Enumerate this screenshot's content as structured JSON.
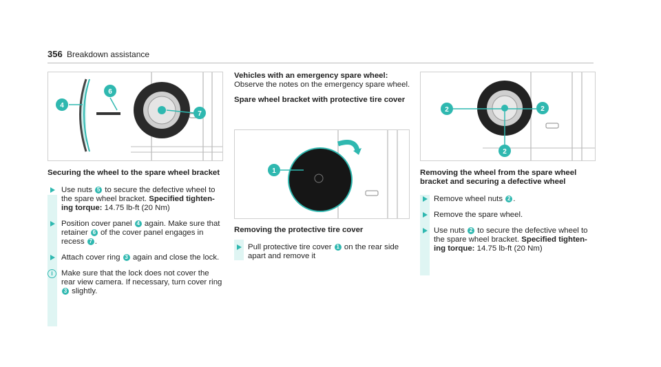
{
  "header": {
    "page_number": "356",
    "section": "Breakdown assistance"
  },
  "colors": {
    "accent": "#2fb8b0",
    "callout": "#2fb8b0",
    "tint": "#dff5f3"
  },
  "col1": {
    "figure_callouts": [
      "4",
      "6",
      "7"
    ],
    "heading": "Securing the wheel to the spare wheel bracket",
    "step1": {
      "a": "Use nuts",
      "n1": "5",
      "b": "to secure the defective wheel to the spare wheel bracket.",
      "bold": "Specified tighten-ing torque:",
      "c": "14.75 lb-ft (20 Nm)"
    },
    "step2": {
      "a": "Position cover panel",
      "n1": "4",
      "b": "again. Make sure that retainer",
      "n2": "6",
      "c": "of the cover panel engages in recess",
      "n3": "7",
      "d": "."
    },
    "step3": {
      "a": "Attach cover ring",
      "n1": "3",
      "b": "again and close the lock."
    },
    "note": {
      "icon": "i",
      "a": "Make sure that the lock does not cover the rear view camera. If necessary, turn cover ring",
      "n1": "3",
      "b": "slightly."
    }
  },
  "col2": {
    "heading1": "Vehicles with an emergency spare wheel:",
    "para1": "Observe the notes on the emergency spare wheel.",
    "heading2": "Spare wheel bracket with protective tire cover",
    "figure_callouts": [
      "1"
    ],
    "heading3": "Removing the protective tire cover",
    "step1": {
      "a": "Pull protective tire cover",
      "n1": "1",
      "b": "on the rear side apart and remove it"
    }
  },
  "col3": {
    "figure_callouts": [
      "2",
      "2",
      "2"
    ],
    "heading": "Removing the wheel from the spare wheel bracket and securing a defective wheel",
    "step1": {
      "a": "Remove wheel nuts",
      "n1": "2",
      "b": "."
    },
    "step2": {
      "a": "Remove the spare wheel."
    },
    "step3": {
      "a": "Use nuts",
      "n1": "2",
      "b": "to secure the defective wheel to the spare wheel bracket.",
      "bold": "Specified tighten-ing torque:",
      "c": "14.75 lb-ft (20 Nm)"
    }
  }
}
